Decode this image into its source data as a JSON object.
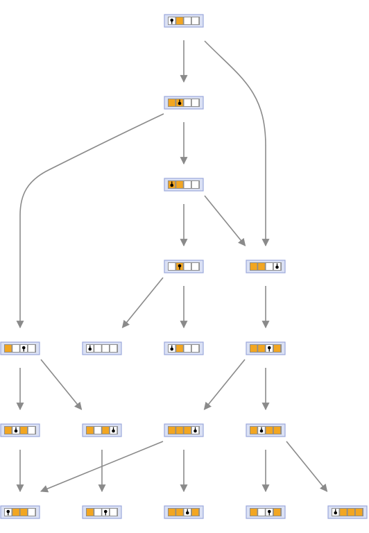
{
  "colors": {
    "edge": "#8a8a8a",
    "frame_fill": "#dbe1f4",
    "frame_border": "#9ba8db",
    "inner": "#8c8c8c",
    "cell_on": "#f2a622",
    "cell_off": "#ffffff",
    "head": "#000000"
  },
  "nodes": [
    {
      "id": "s0",
      "level": 0,
      "cells": [
        0,
        1,
        0,
        0
      ],
      "head": 0,
      "dir": "down"
    },
    {
      "id": "s1",
      "level": 1,
      "cells": [
        1,
        1,
        0,
        0
      ],
      "head": 1,
      "dir": "up"
    },
    {
      "id": "s2",
      "level": 2,
      "cells": [
        1,
        1,
        0,
        0
      ],
      "head": 0,
      "dir": "up"
    },
    {
      "id": "s3",
      "level": 3,
      "cells": [
        0,
        1,
        0,
        0
      ],
      "head": 1,
      "dir": "down"
    },
    {
      "id": "s4",
      "level": 3,
      "cells": [
        1,
        1,
        0,
        0
      ],
      "head": 3,
      "dir": "up"
    },
    {
      "id": "s5",
      "level": 4,
      "cells": [
        1,
        0,
        0,
        0
      ],
      "head": 2,
      "dir": "down"
    },
    {
      "id": "s6",
      "level": 4,
      "cells": [
        0,
        0,
        0,
        0
      ],
      "head": 0,
      "dir": "up"
    },
    {
      "id": "s7",
      "level": 4,
      "cells": [
        0,
        1,
        0,
        0
      ],
      "head": 0,
      "dir": "up"
    },
    {
      "id": "s8",
      "level": 4,
      "cells": [
        1,
        1,
        0,
        1
      ],
      "head": 2,
      "dir": "down"
    },
    {
      "id": "s9",
      "level": 5,
      "cells": [
        1,
        0,
        1,
        0
      ],
      "head": 1,
      "dir": "up"
    },
    {
      "id": "s10",
      "level": 5,
      "cells": [
        1,
        0,
        1,
        0
      ],
      "head": 3,
      "dir": "up"
    },
    {
      "id": "s11",
      "level": 5,
      "cells": [
        1,
        1,
        1,
        0
      ],
      "head": 3,
      "dir": "up"
    },
    {
      "id": "s12",
      "level": 5,
      "cells": [
        1,
        0,
        1,
        1
      ],
      "head": 1,
      "dir": "up"
    },
    {
      "id": "s13",
      "level": 6,
      "cells": [
        0,
        1,
        1,
        0
      ],
      "head": 0,
      "dir": "down"
    },
    {
      "id": "s14",
      "level": 6,
      "cells": [
        1,
        0,
        0,
        0
      ],
      "head": 2,
      "dir": "down"
    },
    {
      "id": "s15",
      "level": 6,
      "cells": [
        1,
        1,
        0,
        1
      ],
      "head": 2,
      "dir": "up"
    },
    {
      "id": "s16",
      "level": 6,
      "cells": [
        1,
        0,
        0,
        1
      ],
      "head": 2,
      "dir": "down"
    },
    {
      "id": "s17",
      "level": 6,
      "cells": [
        0,
        1,
        1,
        1
      ],
      "head": 0,
      "dir": "up"
    }
  ],
  "edges": [
    {
      "from": "s0",
      "to": "s1"
    },
    {
      "from": "s0",
      "to": "s4"
    },
    {
      "from": "s1",
      "to": "s2"
    },
    {
      "from": "s1",
      "to": "s5"
    },
    {
      "from": "s2",
      "to": "s3"
    },
    {
      "from": "s2",
      "to": "s4"
    },
    {
      "from": "s3",
      "to": "s6"
    },
    {
      "from": "s3",
      "to": "s7"
    },
    {
      "from": "s4",
      "to": "s8"
    },
    {
      "from": "s5",
      "to": "s9"
    },
    {
      "from": "s5",
      "to": "s10"
    },
    {
      "from": "s8",
      "to": "s11"
    },
    {
      "from": "s8",
      "to": "s12"
    },
    {
      "from": "s9",
      "to": "s13"
    },
    {
      "from": "s10",
      "to": "s14"
    },
    {
      "from": "s11",
      "to": "s13"
    },
    {
      "from": "s11",
      "to": "s15"
    },
    {
      "from": "s12",
      "to": "s16"
    },
    {
      "from": "s12",
      "to": "s17"
    }
  ]
}
